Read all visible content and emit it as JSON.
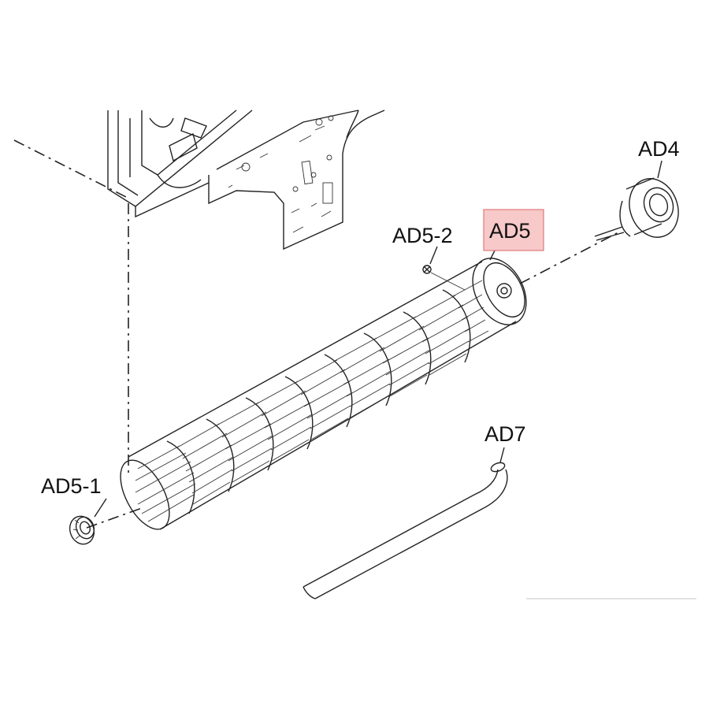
{
  "callouts": {
    "ad4": "AD4",
    "ad5": "AD5",
    "ad5_1": "AD5-1",
    "ad5_2": "AD5-2",
    "ad7": "AD7"
  },
  "highlighted_part": "AD5",
  "colors": {
    "line": "#222222",
    "highlight_fill": "#f7c9c9",
    "highlight_border": "#e07a7a"
  }
}
